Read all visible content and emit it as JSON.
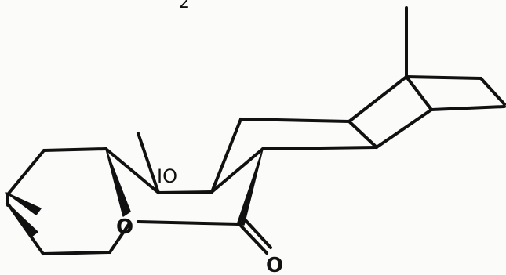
{
  "diagram": {
    "type": "chemical-structure",
    "labels": {
      "top_fragment": "2",
      "position_number": "IO",
      "ring_oxygen": "O",
      "carbonyl_oxygen": "O"
    },
    "colors": {
      "ink": "#111111",
      "paper": "#fbfbf9"
    }
  }
}
